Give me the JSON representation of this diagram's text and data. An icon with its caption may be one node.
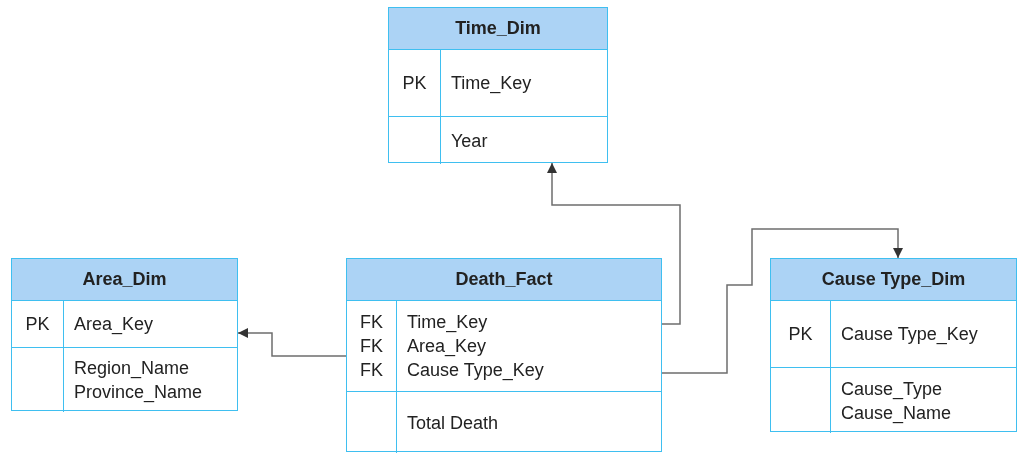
{
  "diagram": {
    "nodes": [
      {
        "text": [
          "Time_Dim"
        ]
      },
      {
        "text": [
          "PK",
          "Time_Key"
        ],
        "in": 0
      },
      {
        "text": [
          "Year"
        ],
        "in": 0
      },
      {
        "text": [
          "Area_Dim"
        ]
      },
      {
        "text": [
          "PK",
          "Area_Key"
        ],
        "in": 3
      },
      {
        "text": [
          "Region_Name",
          "Province_Name"
        ],
        "in": 3
      },
      {
        "text": [
          "Death_Fact"
        ]
      },
      {
        "text": [
          "FK",
          "FK",
          "FK",
          "Time_Key",
          "Area_Key",
          "Cause Type_Key"
        ],
        "in": 6
      },
      {
        "text": [
          "Total Death"
        ],
        "in": 6
      },
      {
        "text": [
          "Cause Type_Dim"
        ]
      },
      {
        "text": [
          "PK",
          "Cause Type_Key"
        ],
        "in": 9
      },
      {
        "text": [
          "Cause_Type",
          "Cause_Name"
        ],
        "in": 9
      }
    ],
    "edges": [
      {
        "from": 6,
        "to": 0,
        "arrow": "to"
      },
      {
        "from": 6,
        "to": 3,
        "arrow": "to"
      },
      {
        "from": 6,
        "to": 9,
        "arrow": "to"
      }
    ]
  }
}
